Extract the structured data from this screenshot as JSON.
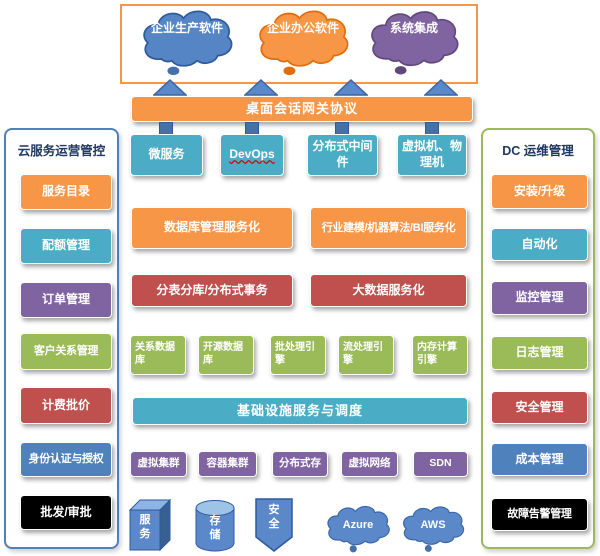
{
  "top_section": {
    "clouds": [
      {
        "label": "企业生产软件",
        "color": "#5585C5"
      },
      {
        "label": "企业办公软件",
        "color": "#F79646"
      },
      {
        "label": "系统集成",
        "color": "#8064A2"
      }
    ],
    "gateway_label": "桌面会话网关协议"
  },
  "left_panel": {
    "title": "云服务运营管控",
    "items": [
      {
        "label": "服务目录",
        "color": "#F79646"
      },
      {
        "label": "配额管理",
        "color": "#4BACC6"
      },
      {
        "label": "订单管理",
        "color": "#8064A2"
      },
      {
        "label": "客户关系管理",
        "color": "#9BBB59"
      },
      {
        "label": "计费批价",
        "color": "#C0504D"
      },
      {
        "label": "身份认证与授权",
        "color": "#4F81BD"
      },
      {
        "label": "批发/审批",
        "color": "#000000"
      }
    ]
  },
  "right_panel": {
    "title": "DC 运维管理",
    "items": [
      {
        "label": "安装/升级",
        "color": "#F79646"
      },
      {
        "label": "自动化",
        "color": "#4BACC6"
      },
      {
        "label": "监控管理",
        "color": "#8064A2"
      },
      {
        "label": "日志管理",
        "color": "#9BBB59"
      },
      {
        "label": "安全管理",
        "color": "#C0504D"
      },
      {
        "label": "成本管理",
        "color": "#4F81BD"
      },
      {
        "label": "故障告警管理",
        "color": "#000000"
      }
    ]
  },
  "middle": {
    "service_row": [
      {
        "label": "微服务"
      },
      {
        "label": "DevOps"
      },
      {
        "label": "分布式中间件"
      },
      {
        "label": "虚拟机、物理机"
      }
    ],
    "data_service_row": [
      {
        "label": "数据库管理服务化"
      },
      {
        "label": "行业建模/机器算法/BI服务化"
      }
    ],
    "bigdata_row": [
      {
        "label": "分表分库/分布式事务"
      },
      {
        "label": "大数据服务化"
      }
    ],
    "engine_row": [
      {
        "label": "关系数据库"
      },
      {
        "label": "开源数据库"
      },
      {
        "label": "批处理引擎"
      },
      {
        "label": "流处理引擎"
      },
      {
        "label": "内存计算引擎"
      }
    ],
    "infra_bar_label": "基础设施服务与调度",
    "infra_row": [
      {
        "label": "虚拟集群"
      },
      {
        "label": "容器集群"
      },
      {
        "label": "分布式存"
      },
      {
        "label": "虚拟网络"
      },
      {
        "label": "SDN"
      }
    ]
  },
  "bottom_section": {
    "shapes": [
      {
        "type": "cube",
        "label": "服\n务"
      },
      {
        "type": "cylinder",
        "label": "存\n储"
      },
      {
        "type": "shield",
        "label": "安\n全"
      },
      {
        "type": "cloud",
        "label": "Azure"
      },
      {
        "type": "cloud",
        "label": "AWS"
      }
    ]
  },
  "palette": {
    "orange": "#F79646",
    "teal": "#4BACC6",
    "purple": "#8064A2",
    "green": "#9BBB59",
    "red": "#C0504D",
    "blue": "#4F81BD",
    "black": "#000000",
    "arrow_blue": "#5B88C8",
    "left_panel_border": "#4F81BD",
    "right_panel_border": "#9BBB59",
    "top_frame_border": "#F79646"
  }
}
